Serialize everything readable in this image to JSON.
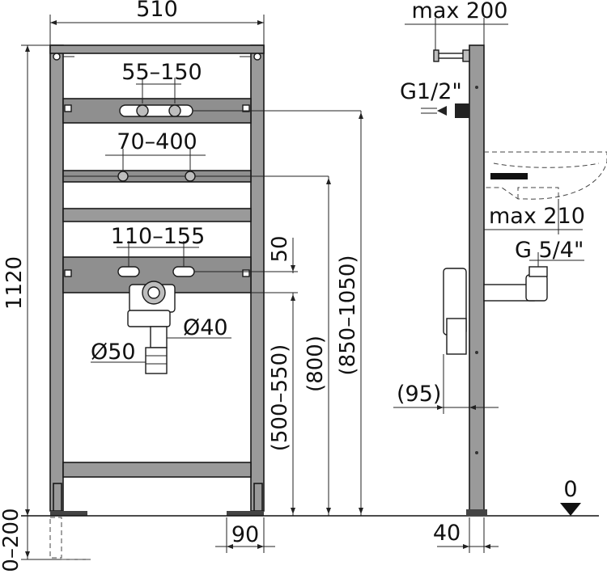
{
  "front_view": {
    "width": "510",
    "height": "1120",
    "inlet_spacing": "55–150",
    "bracket_spacing": "70–400",
    "mount_spacing": "110–155",
    "offset_top": "50",
    "drain_range": "(500–550)",
    "bracket_height": "(800)",
    "inlet_range": "(850–1050)",
    "drain_diameter_large": "Ø50",
    "drain_diameter_small": "Ø40",
    "foot_width": "90",
    "foot_adjust": "0–200"
  },
  "side_view": {
    "max_top": "max 200",
    "thread_inlet": "G1/2\"",
    "max_depth": "max 210",
    "thread_drain": "G 5/4\"",
    "offset_depth": "(95)",
    "frame_depth": "40",
    "floor_level": "0"
  }
}
